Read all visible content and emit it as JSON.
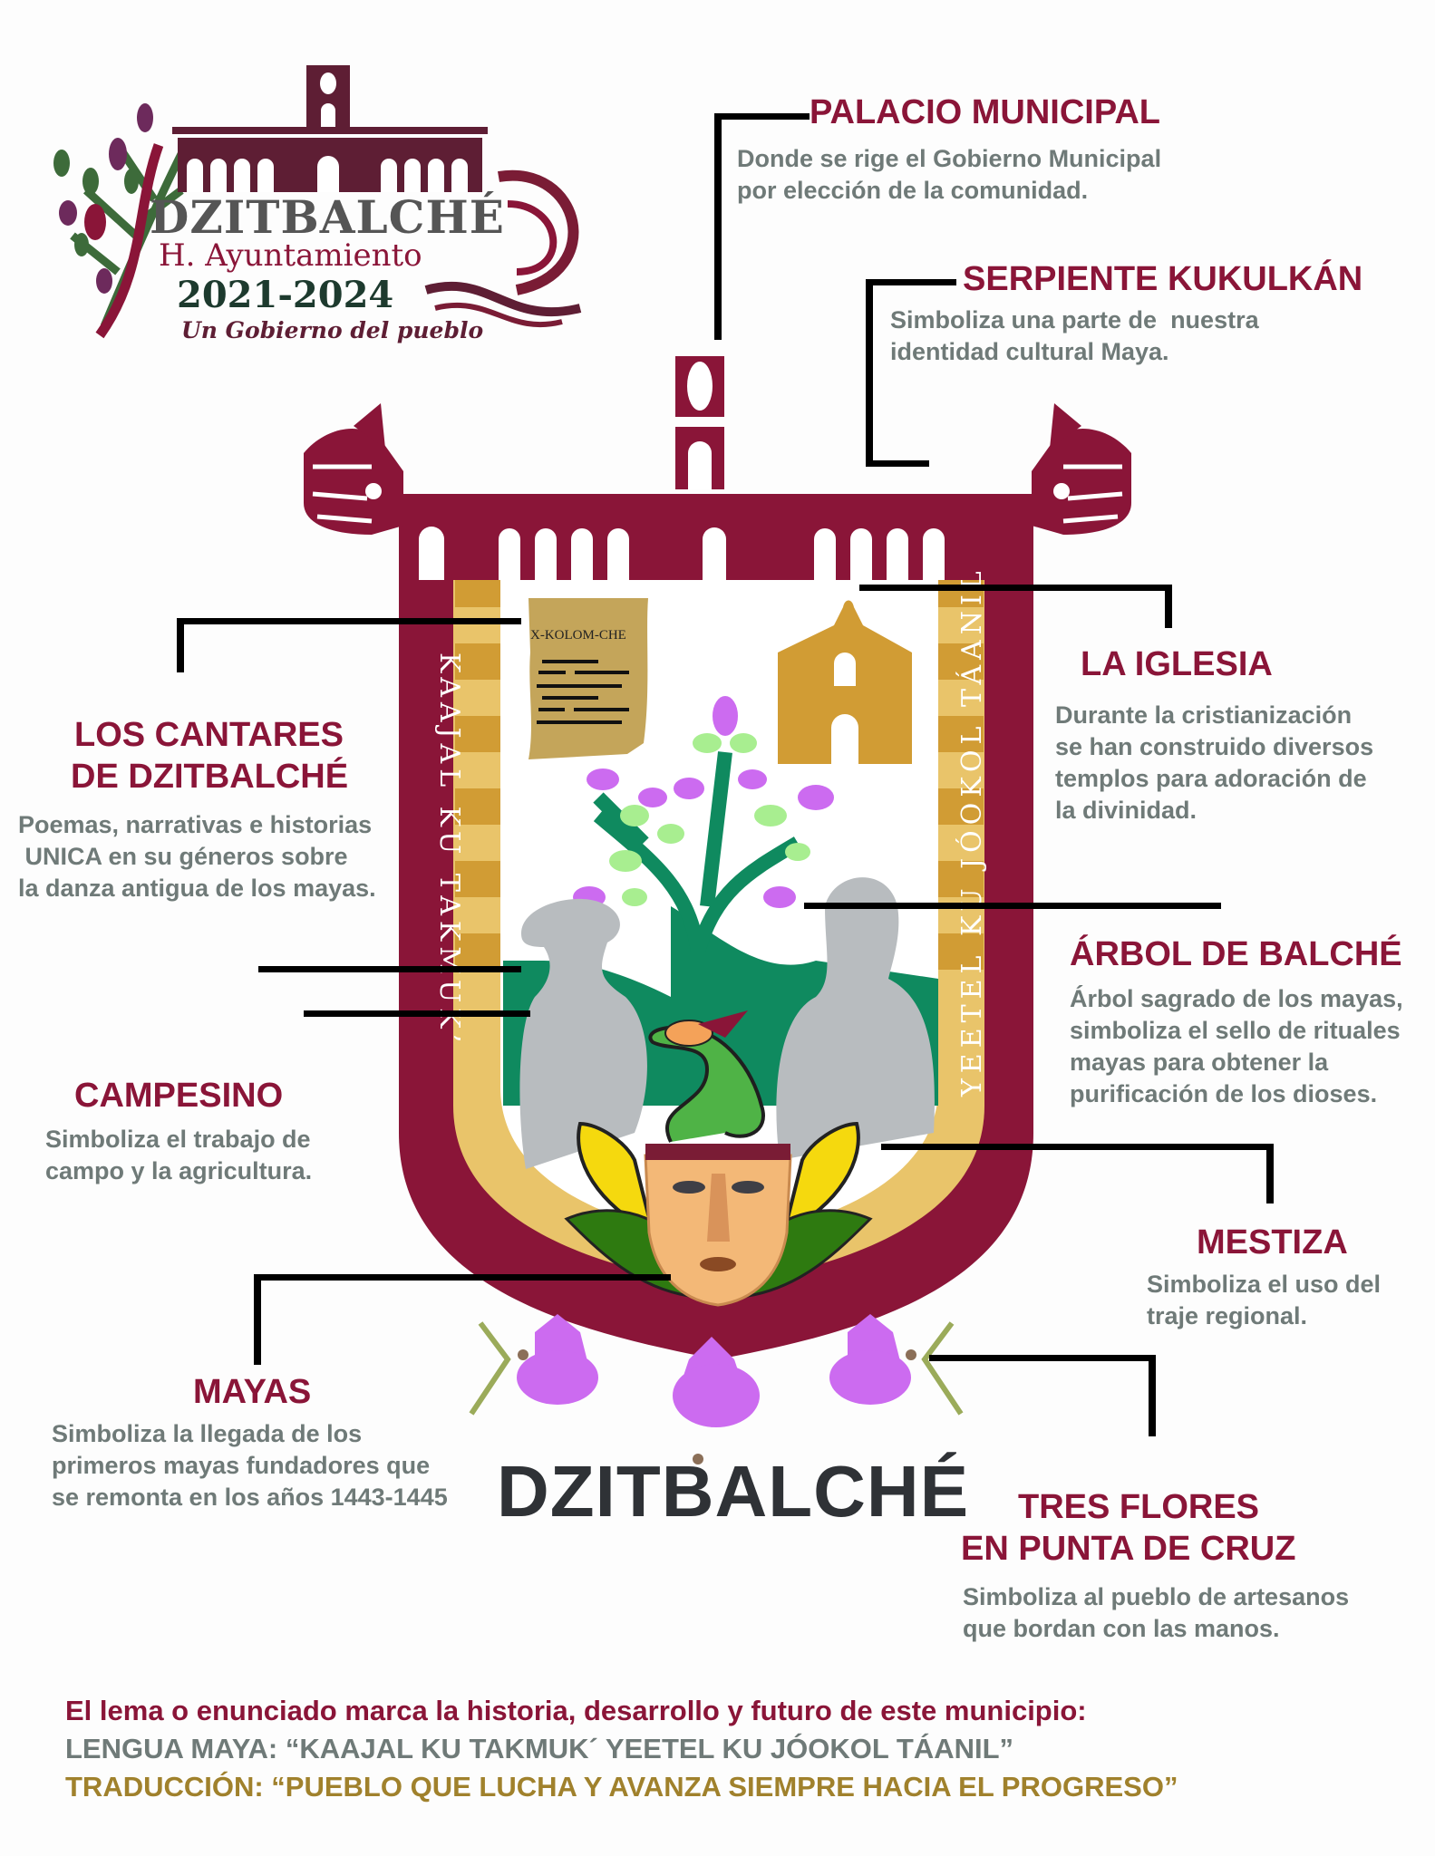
{
  "logo": {
    "name": "DZITBALCHÉ",
    "subtitle": "H. Ayuntamiento",
    "years": "2021-2024",
    "slogan": "Un Gobierno del pueblo"
  },
  "labels": {
    "palacio": {
      "title": "PALACIO MUNICIPAL",
      "desc": "Donde se rige el Gobierno Municipal\npor elección de la comunidad."
    },
    "serpiente": {
      "title": "SERPIENTE KUKULKÁN",
      "desc": "Simboliza una parte de  nuestra\nidentidad cultural Maya."
    },
    "cantares": {
      "title_1": "LOS CANTARES",
      "title_2": "DE DZITBALCHÉ",
      "desc": "Poemas, narrativas e historias\n UNICA en su géneros sobre\nla danza antigua de los mayas."
    },
    "iglesia": {
      "title": "LA IGLESIA",
      "desc": "Durante la cristianización\nse han construido diversos\ntemplos para adoración de\nla divinidad."
    },
    "arbol": {
      "title": "ÁRBOL DE BALCHÉ",
      "desc": "Árbol sagrado de los mayas,\nsimboliza el sello de rituales\nmayas para obtener la\npurificación de los dioses."
    },
    "campesino": {
      "title": "CAMPESINO",
      "desc": "Simboliza el trabajo de\ncampo y la agricultura."
    },
    "mestiza": {
      "title": "MESTIZA",
      "desc": "Simboliza el uso del\ntraje regional."
    },
    "mayas": {
      "title": "MAYAS",
      "desc": "Simboliza la llegada de los\nprimeros mayas fundadores que\nse remonta en los años 1443-1445"
    },
    "flores": {
      "title_1": "TRES FLORES",
      "title_2": "EN PUNTA DE CRUZ",
      "desc": "Simboliza al pueblo de artesanos\nque bordan con las manos."
    }
  },
  "shield": {
    "left_motto": "KAAJAL KU TAKMUK’",
    "right_motto": "YEETEL KU JÓOKOL TÁANIL",
    "scroll_title": "X-KOLOM-CHE",
    "town_name": "DZITBALCHÉ"
  },
  "footer": {
    "line1": "El lema o enunciado marca la historia, desarrollo y futuro de este municipio:",
    "line2": "LENGUA MAYA: “KAAJAL KU TAKMUK´ YEETEL KU JÓOKOL TÁANIL”",
    "line3": "TRADUCCIÓN: “PUEBLO QUE LUCHA Y AVANZA SIEMPRE HACIA EL PROGRESO”"
  },
  "colors": {
    "maroon": "#8a1538",
    "gold_dark": "#d19c34",
    "gold_light": "#e9c46a",
    "gray_text": "#6f7a78",
    "footer_gold": "#a0812c",
    "green": "#0f8a5f",
    "lilac": "#cc6bf0"
  }
}
